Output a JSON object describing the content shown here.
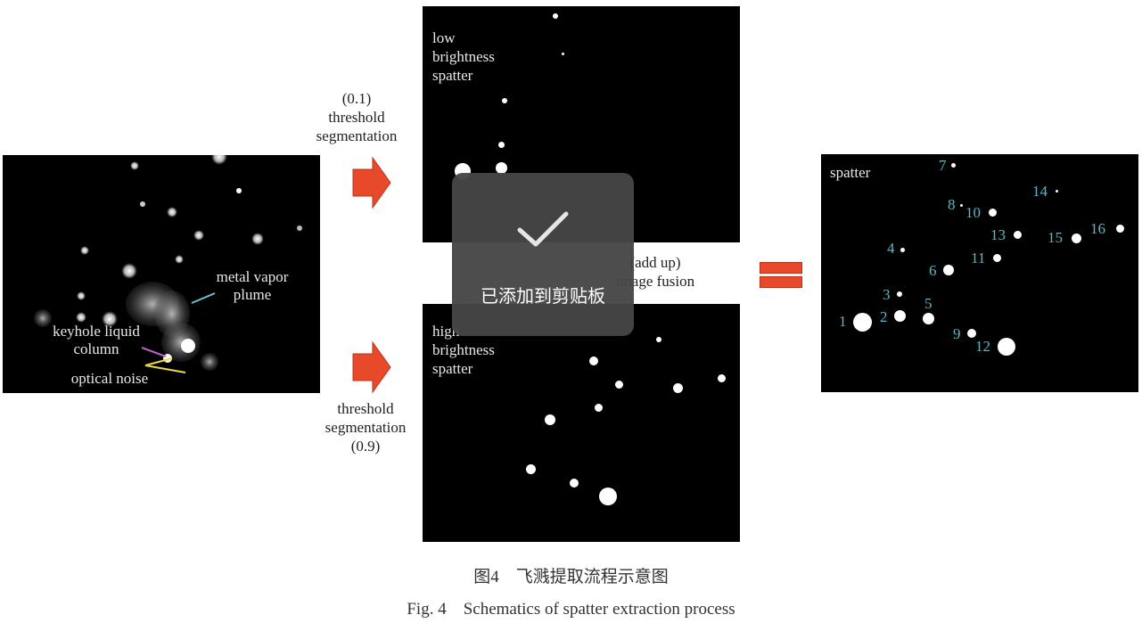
{
  "left_panel": {
    "label_plume": "metal vapor\nplume",
    "label_keyhole": "keyhole liquid\ncolumn",
    "label_noise": "optical noise"
  },
  "top_branch": {
    "caption": "(0.1)\nthreshold\nsegmentation",
    "panel_label": "low\nbrightness\nspatter"
  },
  "bottom_branch": {
    "caption": "threshold\nsegmentation\n(0.9)",
    "panel_label": "high\nbrightness\nspatter"
  },
  "fusion": {
    "caption": "(add up)\nimage fusion"
  },
  "right_panel": {
    "label": "spatter",
    "numbers": [
      "1",
      "2",
      "3",
      "4",
      "5",
      "6",
      "7",
      "8",
      "9",
      "10",
      "11",
      "12",
      "13",
      "14",
      "15",
      "16"
    ]
  },
  "toast": {
    "icon": "check-icon",
    "text": "已添加到剪贴板"
  },
  "figure_caption": {
    "cn": "图4　飞溅提取流程示意图",
    "en": "Fig. 4　Schematics of spatter extraction process"
  },
  "colors": {
    "arrow": "#e8492a",
    "numbers": "#5fb6c4",
    "toast_bg": "#464646"
  }
}
